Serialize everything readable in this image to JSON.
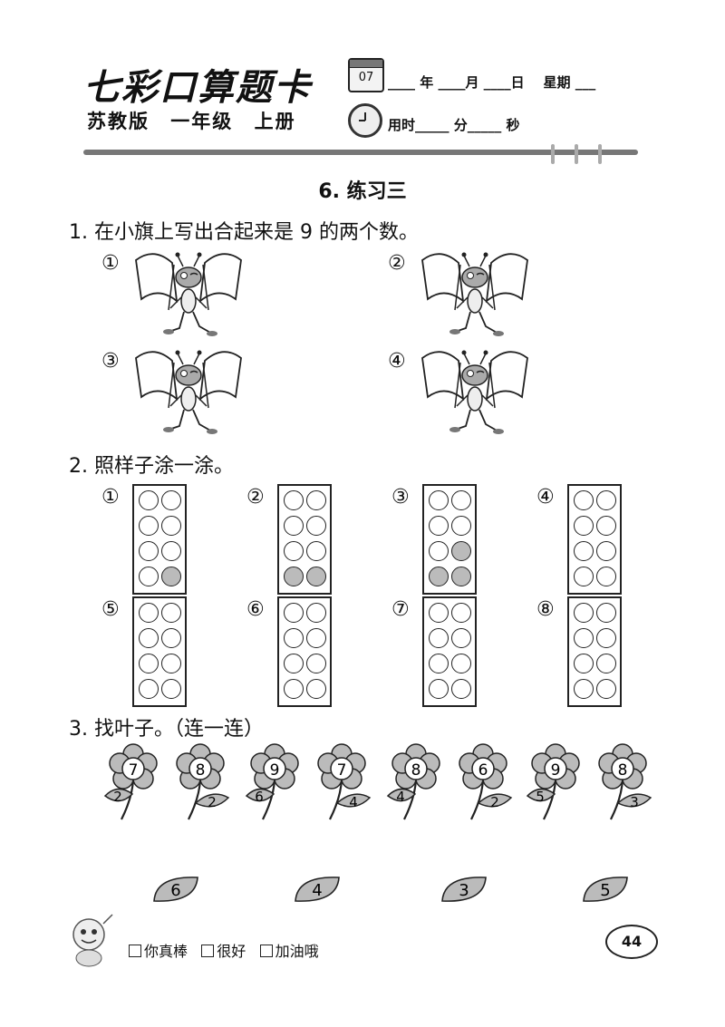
{
  "header": {
    "brand": "七彩口算题卡",
    "edition": "苏教版 一年级 上册",
    "calendar_day": "07",
    "date_line": "____ 年 ____月 ____日    星期 ___",
    "time_line": "用时_____ 分_____ 秒"
  },
  "lesson_title": "6. 练习三",
  "q1": {
    "text": "1. 在小旗上写出合起来是 9 的两个数。",
    "labels": [
      "①",
      "②",
      "③",
      "④"
    ]
  },
  "q2": {
    "text": "2. 照样子涂一涂。",
    "labels": [
      "①",
      "②",
      "③",
      "④",
      "⑤",
      "⑥",
      "⑦",
      "⑧"
    ],
    "filled_counts": [
      1,
      2,
      3,
      0,
      0,
      0,
      0,
      0
    ]
  },
  "q3": {
    "text": "3. 找叶子。（连一连）",
    "flowers": [
      {
        "center": "7",
        "leaf": "2",
        "side": "left"
      },
      {
        "center": "8",
        "leaf": "2",
        "side": "right"
      },
      {
        "center": "9",
        "leaf": "6",
        "side": "left"
      },
      {
        "center": "7",
        "leaf": "4",
        "side": "right"
      },
      {
        "center": "8",
        "leaf": "4",
        "side": "left"
      },
      {
        "center": "6",
        "leaf": "2",
        "side": "right"
      },
      {
        "center": "9",
        "leaf": "5",
        "side": "left"
      },
      {
        "center": "8",
        "leaf": "3",
        "side": "right"
      }
    ],
    "loose_leaves": [
      "6",
      "4",
      "3",
      "5"
    ]
  },
  "footer": {
    "opt1": "你真棒",
    "opt2": "很好",
    "opt3": "加油哦",
    "page_number": "44"
  }
}
